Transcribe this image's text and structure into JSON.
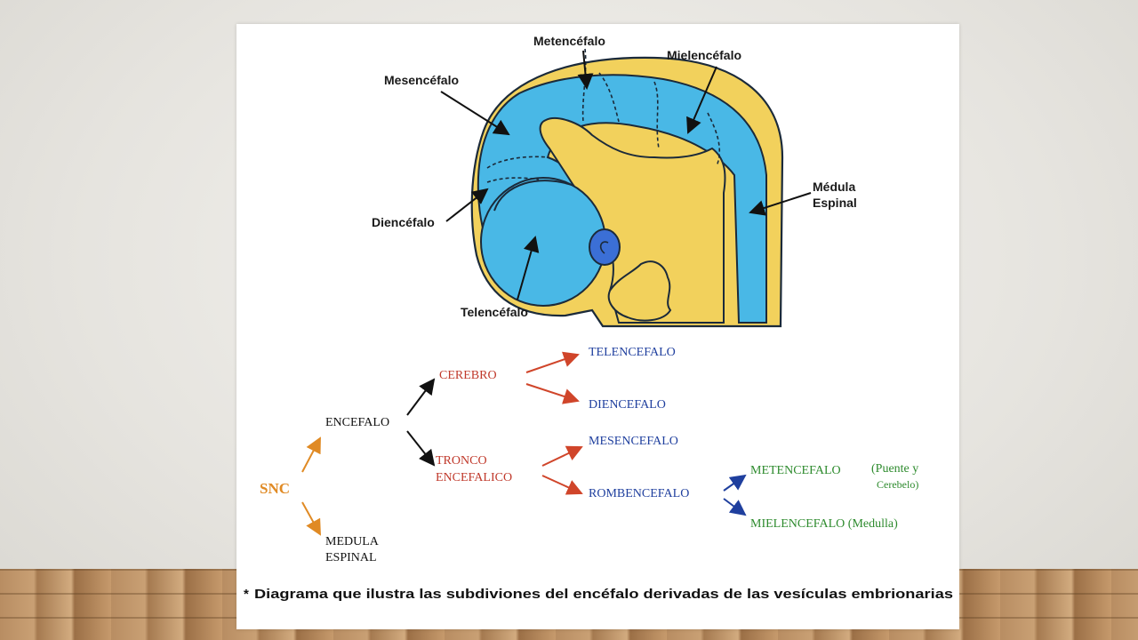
{
  "diagram": {
    "labels": {
      "metencefalo": "Metencéfalo",
      "mielencefalo": "Mielencéfalo",
      "mesencefalo": "Mesencéfalo",
      "diencefalo": "Diencéfalo",
      "telencefalo": "Telencéfalo",
      "medula_line1": "Médula",
      "medula_line2": "Espinal"
    },
    "tree": {
      "snc": "SNC",
      "encefalo": "ENCEFALO",
      "medula_line1": "MEDULA",
      "medula_line2": "ESPINAL",
      "cerebro": "CEREBRO",
      "tronco_line1": "TRONCO",
      "tronco_line2": "ENCEFALICO",
      "telencefalo": "TELENCEFALO",
      "diencefalo": "DIENCEFALO",
      "mesencefalo": "MESENCEFALO",
      "rombencefalo": "ROMBENCEFALO",
      "metencefalo": "METENCEFALO",
      "metencefalo_note1": "(Puente y",
      "metencefalo_note2": "Cerebelo)",
      "mielencefalo": "MIELENCEFALO (Medulla)"
    },
    "caption": "Diagrama que ilustra las subdiviones del encéfalo derivadas de las vesículas embrionarias",
    "caption_marker": "*",
    "colors": {
      "tissue": "#f2d15c",
      "ventricle": "#49b8e6",
      "eye": "#3b6fd6",
      "snc": "#e08a24",
      "red": "#c0392b",
      "blue": "#1f3f9e",
      "green": "#2e8b2e"
    }
  }
}
